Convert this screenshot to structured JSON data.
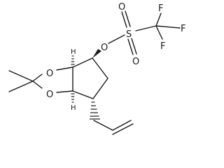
{
  "molecule": {
    "atoms": {
      "oxygen_triflate": "O",
      "sulfur": "S",
      "oxygen_s_top": "O",
      "oxygen_s_bottom": "O",
      "fluorine_top": "F",
      "fluorine_right": "F",
      "fluorine_bottom": "F",
      "oxygen_ring_top": "O",
      "oxygen_ring_bottom": "O",
      "stereo_h_top": "H",
      "stereo_h_bottom": "H"
    }
  }
}
